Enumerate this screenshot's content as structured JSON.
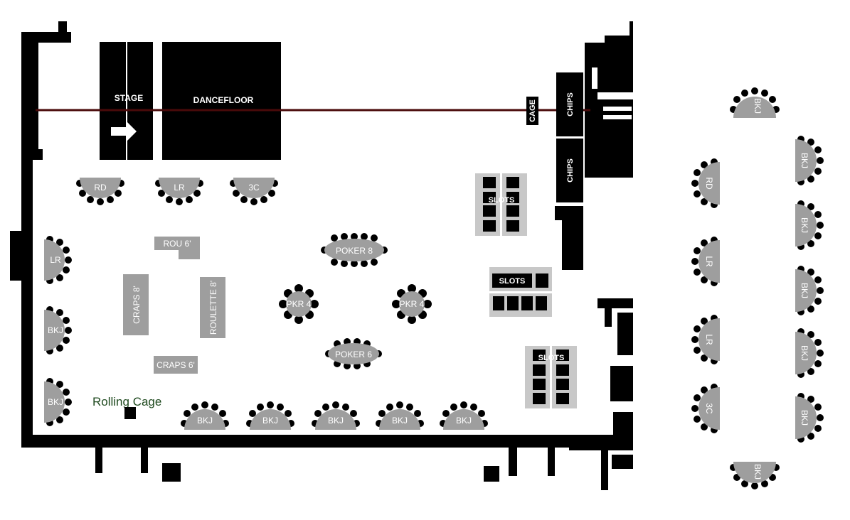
{
  "labels": {
    "stage": "STAGE",
    "dancefloor": "DANCEFLOOR",
    "cage": "CAGE",
    "chips": "CHIPS",
    "slots": "SLOTS",
    "rou6": "ROU 6'",
    "craps8": "CRAPS 8'",
    "roulette8": "ROULETTE 8'",
    "craps6": "CRAPS 6'",
    "poker8": "POKER 8",
    "poker6": "POKER 6",
    "pkr4": "PKR 4",
    "rolling_cage": "Rolling Cage",
    "rd": "RD",
    "lr": "LR",
    "c3": "3C",
    "bkj": "BKJ"
  },
  "colors": {
    "wall": "#000000",
    "table": "#9e9e9e",
    "slot_frame": "#c8c8c8",
    "line": "#4a0a0a",
    "rolling_cage_text": "#1f4a1f"
  }
}
